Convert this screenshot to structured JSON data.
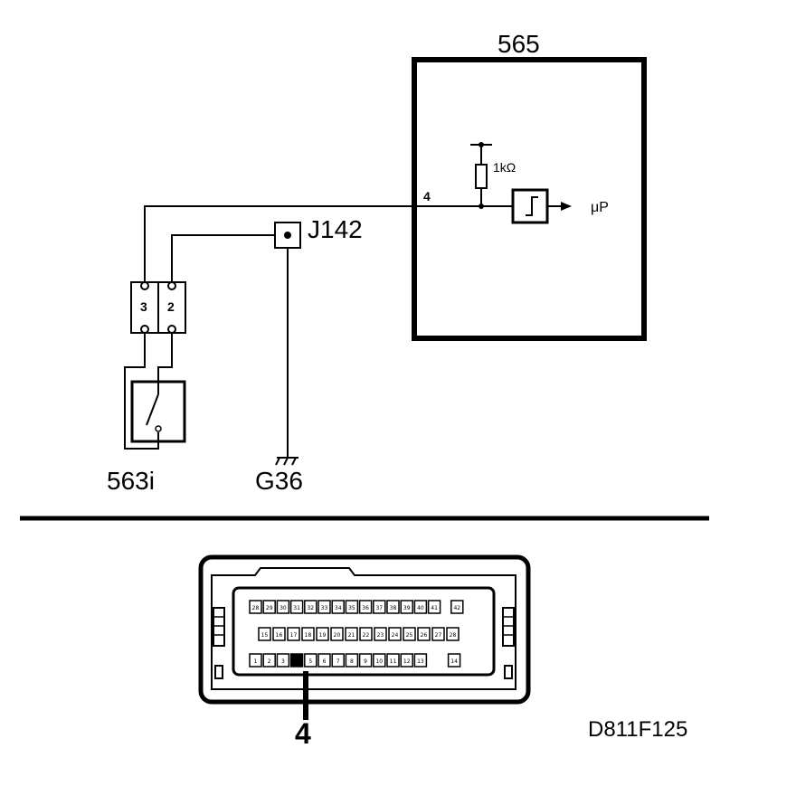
{
  "labels": {
    "ecu": "565",
    "resistor_value": "1kΩ",
    "pin": "4",
    "output": "μP",
    "junction": "J142",
    "switch": "563i",
    "ground": "G36",
    "connector_pin_3": "3",
    "connector_pin_2": "2",
    "connector_pin_callout": "4",
    "figure_code": "D811F125"
  },
  "connector": {
    "row1": [
      "28",
      "29",
      "30",
      "31",
      "32",
      "33",
      "34",
      "35",
      "36",
      "37",
      "38",
      "39",
      "40",
      "41",
      "42"
    ],
    "row2": [
      "15",
      "16",
      "17",
      "18",
      "19",
      "20",
      "21",
      "22",
      "23",
      "24",
      "25",
      "26",
      "27",
      "28"
    ],
    "row3": [
      "1",
      "2",
      "3",
      "4",
      "5",
      "6",
      "7",
      "8",
      "9",
      "10",
      "11",
      "12",
      "13",
      "14"
    ],
    "highlighted_pin": "4"
  }
}
